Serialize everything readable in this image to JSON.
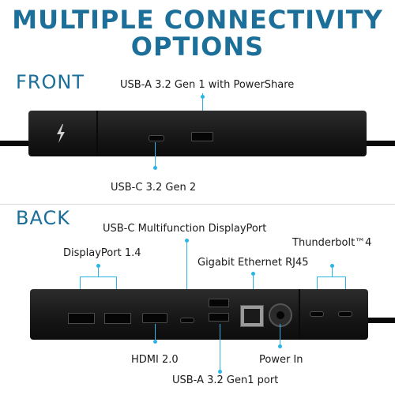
{
  "headline": {
    "line1": "MULTIPLE CONNECTIVITY",
    "line2": "OPTIONS"
  },
  "front": {
    "section_label": "FRONT",
    "usb_a_label": "USB-A 3.2 Gen 1 with PowerShare",
    "usb_c_label": "USB-C 3.2 Gen 2"
  },
  "back": {
    "section_label": "BACK",
    "usbc_dp_label": "USB-C Multifunction DisplayPort",
    "displayport_label": "DisplayPort 1.4",
    "ethernet_label": "Gigabit Ethernet RJ45",
    "thunderbolt_label": "Thunderbolt™4",
    "hdmi_label": "HDMI 2.0",
    "power_label": "Power In",
    "usb_a_label": "USB-A 3.2 Gen1 port"
  },
  "colors": {
    "heading": "#1b6f99",
    "callout": "#29b6e6",
    "device": "#1a1a1a"
  },
  "icons": [
    "thunderbolt-icon"
  ]
}
